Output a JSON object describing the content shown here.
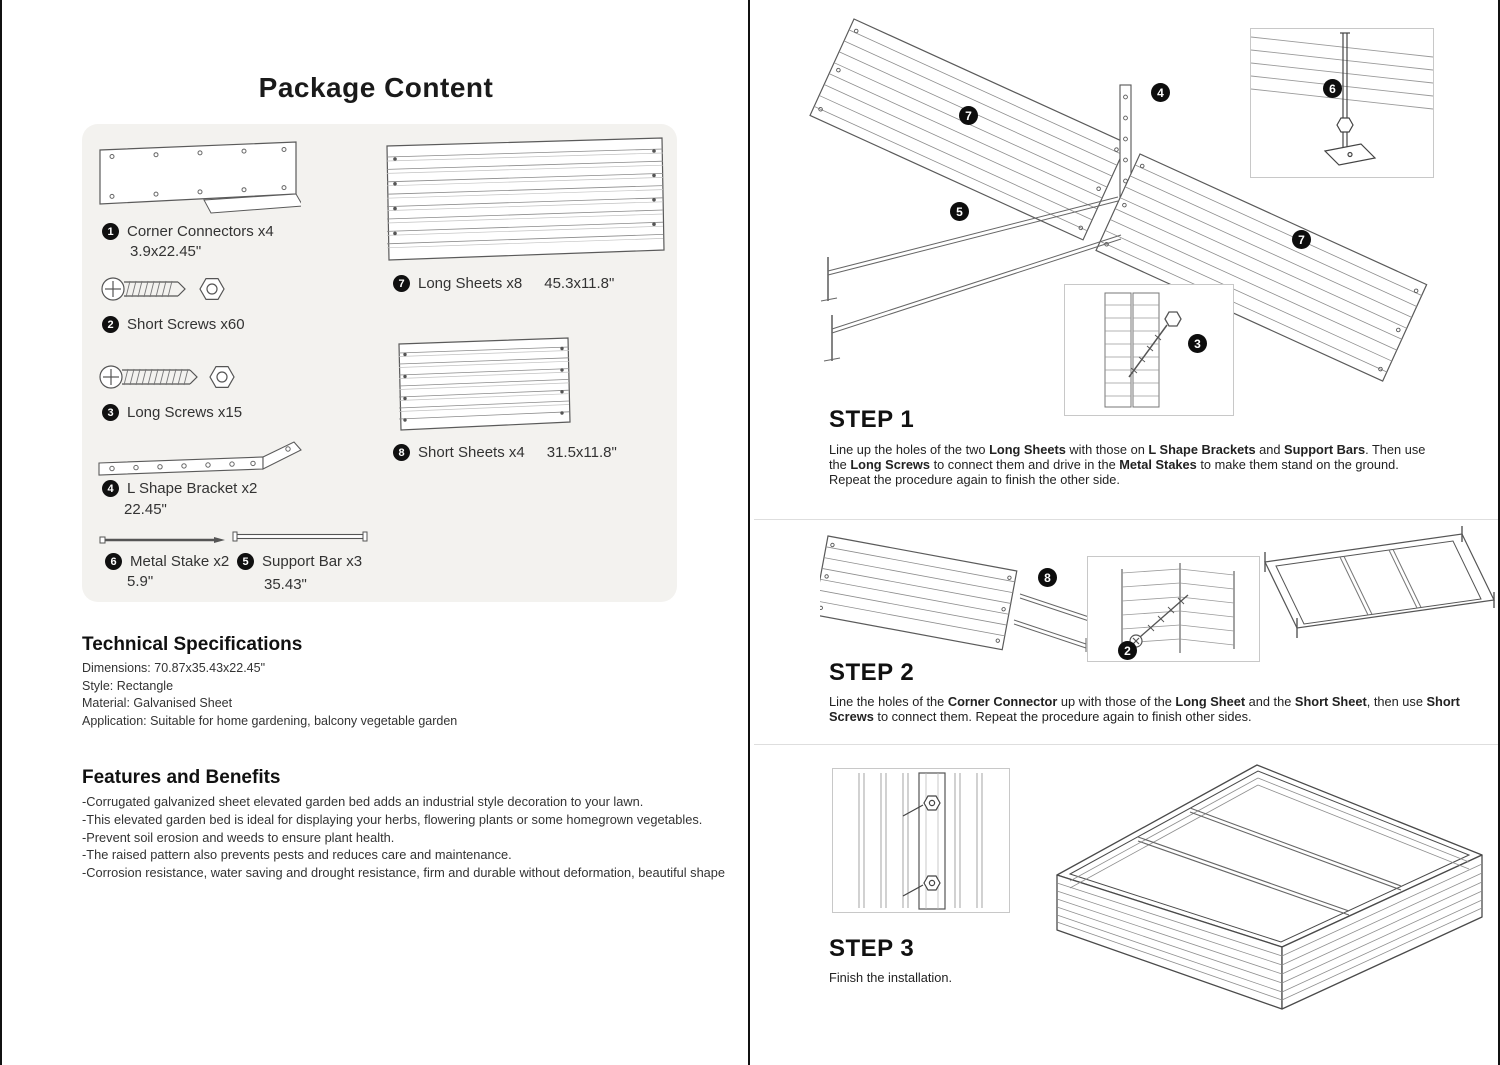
{
  "left": {
    "title": "Package Content",
    "parts": [
      {
        "num": "1",
        "label": "Corner Connectors x4",
        "size": "3.9x22.45\""
      },
      {
        "num": "2",
        "label": "Short Screws x60",
        "size": ""
      },
      {
        "num": "3",
        "label": "Long Screws x15",
        "size": ""
      },
      {
        "num": "4",
        "label": "L Shape Bracket x2",
        "size": "22.45\""
      },
      {
        "num": "6",
        "label": "Metal Stake x2",
        "size": "5.9\""
      },
      {
        "num": "5",
        "label": "Support Bar x3",
        "size": "35.43\""
      },
      {
        "num": "7",
        "label": "Long Sheets x8",
        "size": "45.3x11.8\""
      },
      {
        "num": "8",
        "label": "Short Sheets x4",
        "size": "31.5x11.8\""
      }
    ],
    "tech_specs": {
      "heading": "Technical Specifications",
      "rows": [
        "Dimensions: 70.87x35.43x22.45\"",
        "Style: Rectangle",
        "Material: Galvanised Sheet",
        "Application: Suitable for home gardening, balcony vegetable garden"
      ]
    },
    "features": {
      "heading": "Features and Benefits",
      "rows": [
        "-Corrugated galvanized sheet elevated garden bed adds an industrial style decoration to your lawn.",
        "-This elevated garden bed is ideal for displaying your herbs, flowering plants or some homegrown vegetables.",
        "-Prevent soil erosion and weeds to ensure plant health.",
        "-The raised pattern also prevents pests and reduces care and maintenance.",
        "-Corrosion resistance, water saving and drought resistance, firm and durable without deformation, beautiful shape"
      ]
    }
  },
  "right": {
    "step1": {
      "title": "STEP 1",
      "markers": [
        "7",
        "4",
        "6",
        "5",
        "3",
        "7"
      ],
      "body": [
        {
          "t": "Line up the holes of the two "
        },
        {
          "t": "Long Sheets",
          "b": true
        },
        {
          "t": " with those on "
        },
        {
          "t": "L Shape Brackets",
          "b": true
        },
        {
          "t": " and "
        },
        {
          "t": "Support Bars",
          "b": true
        },
        {
          "t": ". Then use the "
        },
        {
          "t": "Long Screws",
          "b": true
        },
        {
          "t": " to connect them and drive in the "
        },
        {
          "t": "Metal Stakes",
          "b": true
        },
        {
          "t": " to make them stand on the ground. Repeat the procedure again to finish the other side."
        }
      ]
    },
    "step2": {
      "title": "STEP 2",
      "markers": [
        "8",
        "2"
      ],
      "body": [
        {
          "t": "Line the holes of the "
        },
        {
          "t": "Corner Connector",
          "b": true
        },
        {
          "t": " up with those of the "
        },
        {
          "t": "Long Sheet",
          "b": true
        },
        {
          "t": " and the "
        },
        {
          "t": "Short Sheet",
          "b": true
        },
        {
          "t": ", then use "
        },
        {
          "t": "Short Screws",
          "b": true
        },
        {
          "t": " to connect them. Repeat the procedure again to finish other sides."
        }
      ]
    },
    "step3": {
      "title": "STEP 3",
      "body": [
        {
          "t": "Finish the installation."
        }
      ]
    }
  }
}
